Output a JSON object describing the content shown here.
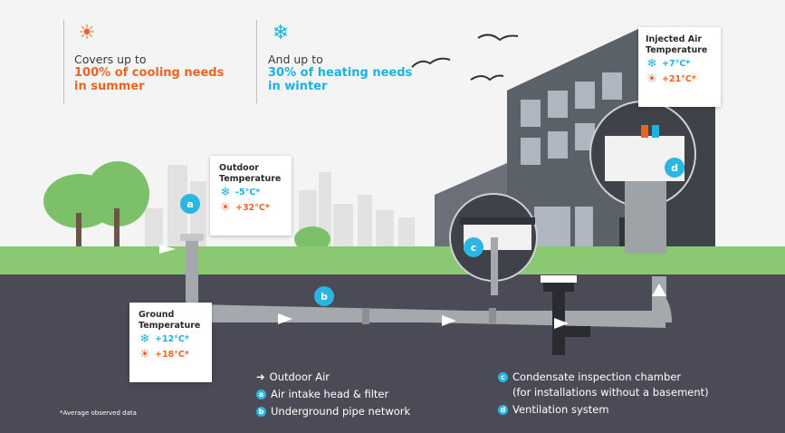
{
  "cooling": {
    "line1": "Covers up to",
    "line2": "100% of cooling needs",
    "line3": "in summer",
    "icon": "sun-icon",
    "color": "#ec6424"
  },
  "heating": {
    "line1": "And up to",
    "line2": "30% of heating needs",
    "line3": "in winter",
    "icon": "snowflake-icon",
    "color": "#1ab3df"
  },
  "outdoor_card": {
    "title_1": "Outdoor",
    "title_2": "Temperature",
    "cold": "-5°C*",
    "hot": "+32°C*"
  },
  "ground_card": {
    "title_1": "Ground",
    "title_2": "Temperature",
    "cold": "+12°C*",
    "hot": "+18°C*"
  },
  "injected_card": {
    "title_1": "Injected Air",
    "title_2": "Temperature",
    "cold": "+7°C*",
    "hot": "+21°C*"
  },
  "markers": {
    "a": "a",
    "b": "b",
    "c": "c",
    "d": "d"
  },
  "legend": {
    "outdoor_air": "Outdoor Air",
    "a": "Air intake head & filter",
    "b": "Underground pipe network",
    "c_1": "Condensate inspection chamber",
    "c_2": "(for installations without a basement)",
    "d": "Ventilation system"
  },
  "footnote": "*Average observed data",
  "colors": {
    "accent_blue": "#2bb5e2",
    "accent_orange": "#ec6424",
    "ground": "#4b4b57",
    "grass": "#8bc872",
    "building": "#5a5f66"
  }
}
